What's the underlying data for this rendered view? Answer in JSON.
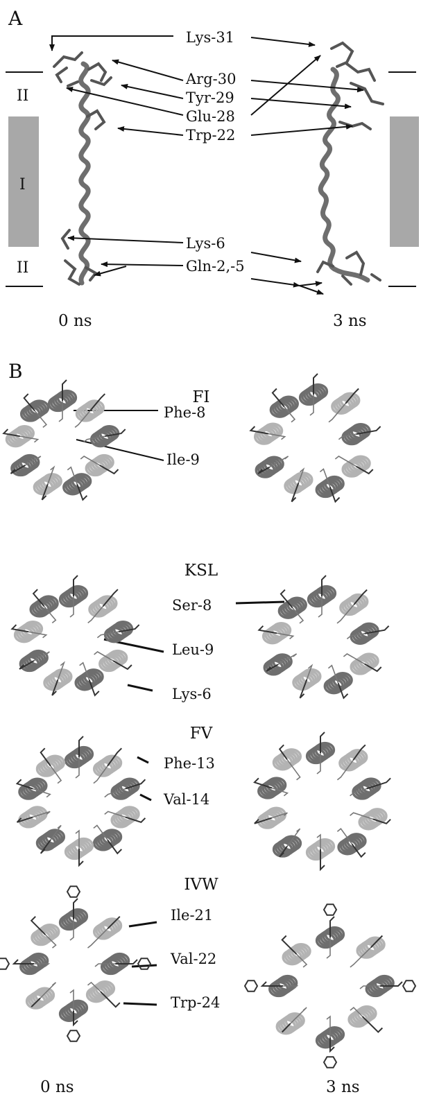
{
  "panel_a": {
    "letter": "A",
    "regions": {
      "outer_top": "II",
      "core": "I",
      "outer_bottom": "II"
    },
    "labels": [
      "Lys-31",
      "Arg-30",
      "Tyr-29",
      "Glu-28",
      "Trp-22",
      "Lys-6",
      "Gln-2,-5"
    ],
    "time_left": "0 ns",
    "time_right": "3 ns"
  },
  "panel_b": {
    "letter": "B",
    "groups": [
      {
        "title": "FI",
        "labels": [
          "Phe-8",
          "Ile-9"
        ]
      },
      {
        "title": "KSL",
        "labels": [
          "Ser-8",
          "Leu-9",
          "Lys-6"
        ]
      },
      {
        "title": "FV",
        "labels": [
          "Phe-13",
          "Val-14"
        ]
      },
      {
        "title": "IVW",
        "labels": [
          "Ile-21",
          "Val-22",
          "Trp-24"
        ]
      }
    ],
    "time_left": "0 ns",
    "time_right": "3 ns"
  },
  "colors": {
    "membrane_core": "#a8a8a8",
    "helix_dark": "#6e6e6e",
    "helix_light": "#b3b3b3",
    "side_chain": "#333333"
  }
}
